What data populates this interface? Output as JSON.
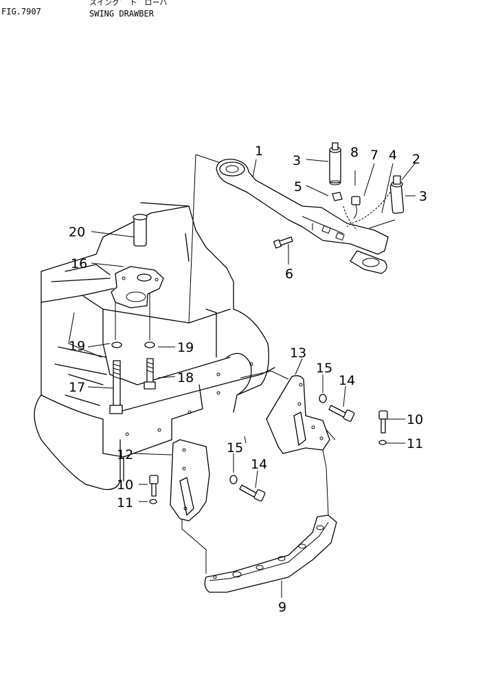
{
  "header": {
    "figure": "FIG.7907",
    "title_jp": "スイング゛ ト゛ローバ゛",
    "title_en": "SWING DRAWBER"
  },
  "callouts": {
    "c1": "1",
    "c2": "2",
    "c3a": "3",
    "c3b": "3",
    "c4": "4",
    "c5": "5",
    "c6": "6",
    "c7": "7",
    "c8": "8",
    "c9": "9",
    "c10a": "10",
    "c10b": "10",
    "c11a": "11",
    "c11b": "11",
    "c12": "12",
    "c13": "13",
    "c14a": "14",
    "c14b": "14",
    "c15a": "15",
    "c15b": "15",
    "c16": "16",
    "c17": "17",
    "c18": "18",
    "c19a": "19",
    "c19b": "19",
    "c20": "20"
  }
}
